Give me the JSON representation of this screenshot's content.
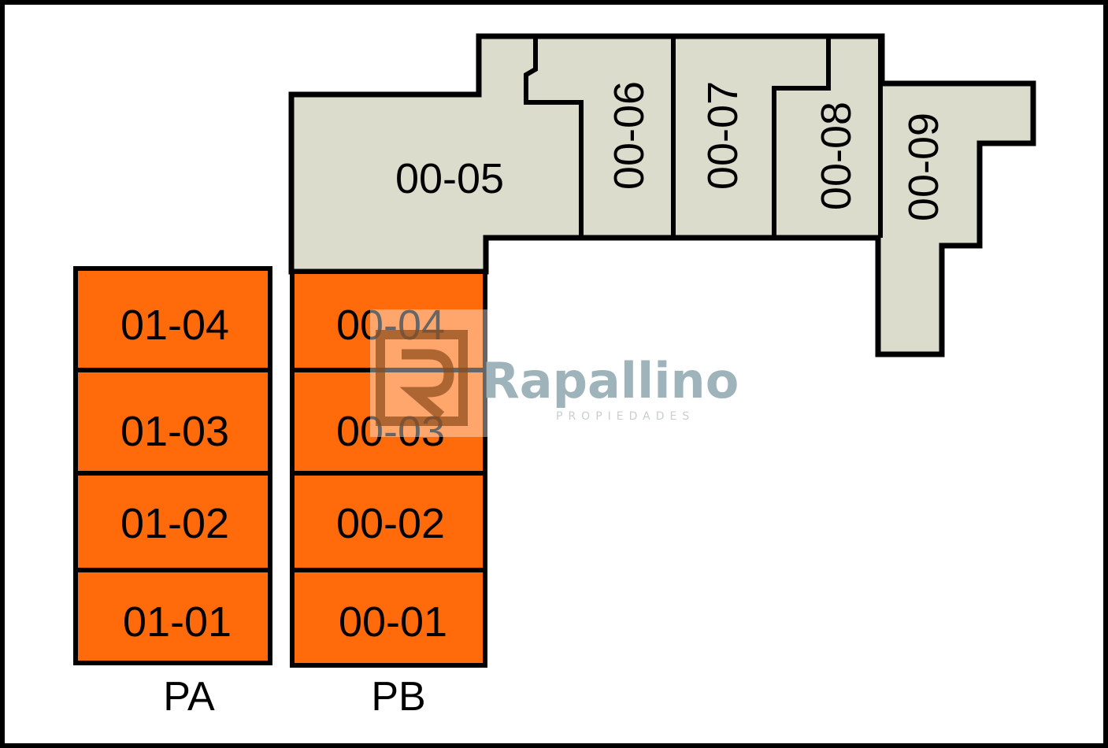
{
  "colors": {
    "available": "#ff6b0a",
    "other": "#dcdccc",
    "stroke": "#000000"
  },
  "floors": {
    "pa": "PA",
    "pb": "PB"
  },
  "units": {
    "u0101": "01-01",
    "u0102": "01-02",
    "u0103": "01-03",
    "u0104": "01-04",
    "u0001": "00-01",
    "u0002": "00-02",
    "u0003": "00-03",
    "u0004": "00-04",
    "u0005": "00-05",
    "u0006": "00-06",
    "u0007": "00-07",
    "u0008": "00-08",
    "u0009": "00-09"
  },
  "watermark": {
    "name": "Rapallino",
    "subtitle": "PROPIEDADES"
  }
}
